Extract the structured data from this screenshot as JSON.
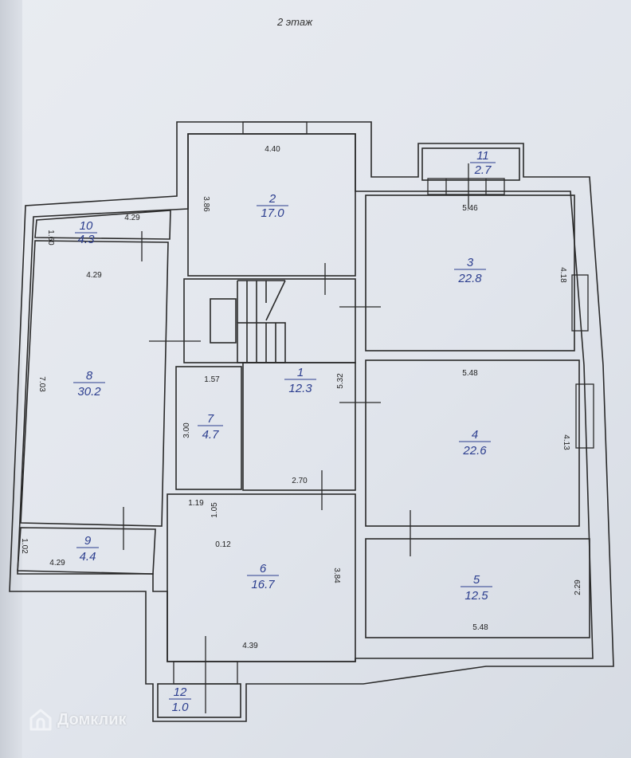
{
  "floor_title": "2 этаж",
  "rooms": [
    {
      "id": "r2",
      "num": "2",
      "area": "17.0"
    },
    {
      "id": "r3",
      "num": "3",
      "area": "22.8"
    },
    {
      "id": "r1",
      "num": "1",
      "area": "12.3"
    },
    {
      "id": "r4",
      "num": "4",
      "area": "22.6"
    },
    {
      "id": "r5",
      "num": "5",
      "area": "12.5"
    },
    {
      "id": "r6",
      "num": "6",
      "area": "16.7"
    },
    {
      "id": "r7",
      "num": "7",
      "area": "4.7"
    },
    {
      "id": "r8",
      "num": "8",
      "area": "30.2"
    },
    {
      "id": "r9",
      "num": "9",
      "area": "4.4"
    },
    {
      "id": "r10",
      "num": "10",
      "area": "4.3"
    },
    {
      "id": "r11",
      "num": "11",
      "area": "2.7"
    },
    {
      "id": "r12",
      "num": "12",
      "area": "1.0"
    }
  ],
  "dimensions": {
    "r2_top": "4.40",
    "r2_left": "3.86",
    "r10_right": "4.29",
    "r10_left": "1.60",
    "r8_top": "4.29",
    "r8_left": "7.03",
    "r3_top": "5.46",
    "r3_right": "4.18",
    "r1_right": "5.32",
    "r1_bottom": "2.70",
    "r7_top": "1.57",
    "r7_left": "3.00",
    "r4_top": "5.48",
    "r4_right": "4.13",
    "r6_a": "1.19",
    "r6_b": "1.05",
    "r6_c": "0.12",
    "r6_right": "3.84",
    "r6_bottom": "4.39",
    "r9_left": "1.02",
    "r9_bottom": "4.29",
    "r5_right": "2.29",
    "r5_bottom": "5.48"
  },
  "watermark": "Домклик"
}
